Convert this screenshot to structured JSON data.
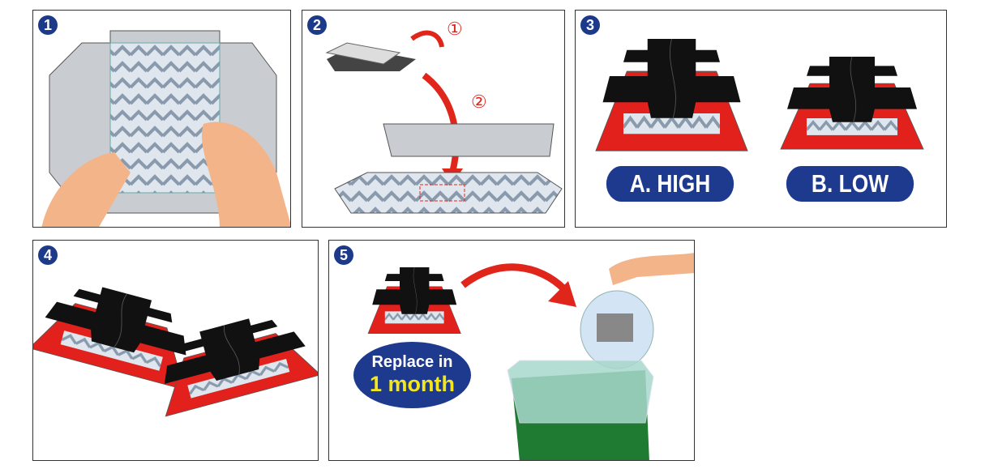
{
  "steps": [
    {
      "number": "1"
    },
    {
      "number": "2",
      "callouts": [
        "①",
        "②"
      ]
    },
    {
      "number": "3",
      "options": [
        "A. HIGH",
        "B. LOW"
      ]
    },
    {
      "number": "4"
    },
    {
      "number": "5",
      "badge": {
        "line1": "Replace in",
        "line2": "1 month"
      }
    }
  ],
  "colors": {
    "badge_blue": "#1d3a8f",
    "trap_red": "#e3211c",
    "arrow_red": "#e0251b",
    "highlight_yellow": "#f5e61a",
    "bin_green": "#1f7a32"
  }
}
